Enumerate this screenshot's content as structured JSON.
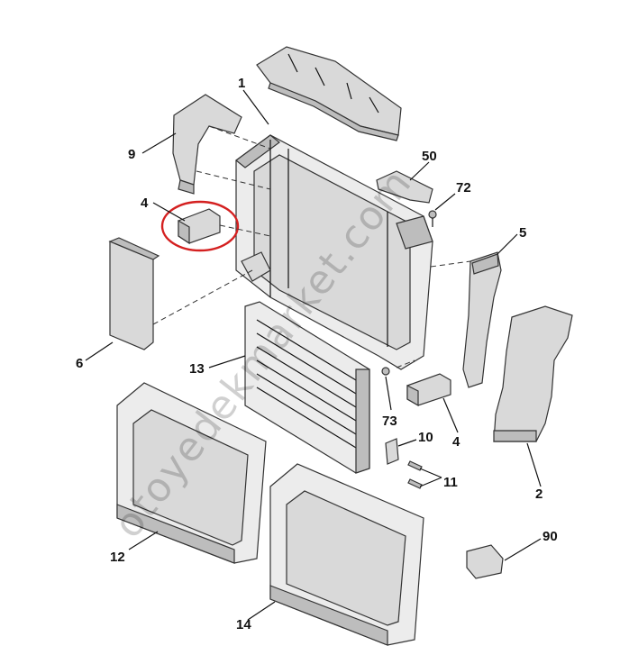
{
  "diagram": {
    "callouts": [
      {
        "id": "c1",
        "label": "1"
      },
      {
        "id": "c9",
        "label": "9"
      },
      {
        "id": "c50",
        "label": "50"
      },
      {
        "id": "c72",
        "label": "72"
      },
      {
        "id": "c4a",
        "label": "4"
      },
      {
        "id": "c5",
        "label": "5"
      },
      {
        "id": "c6",
        "label": "6"
      },
      {
        "id": "c13",
        "label": "13"
      },
      {
        "id": "c73",
        "label": "73"
      },
      {
        "id": "c4b",
        "label": "4"
      },
      {
        "id": "c10",
        "label": "10"
      },
      {
        "id": "c2",
        "label": "2"
      },
      {
        "id": "c11",
        "label": "11"
      },
      {
        "id": "c12",
        "label": "12"
      },
      {
        "id": "c90",
        "label": "90"
      },
      {
        "id": "c14",
        "label": "14"
      }
    ],
    "highlight_color": "#d42020",
    "watermark": "otoyedekmarket.com"
  }
}
